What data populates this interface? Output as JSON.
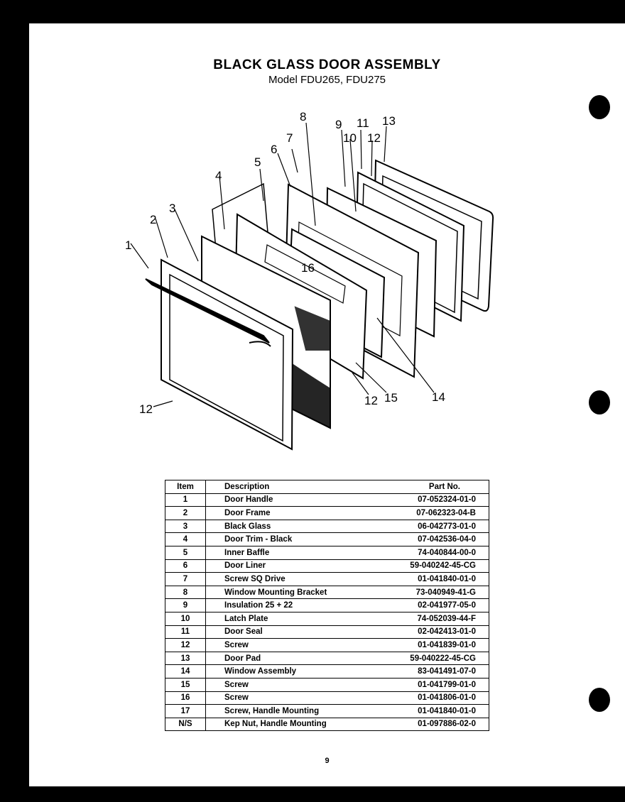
{
  "header": {
    "title": "BLACK GLASS DOOR ASSEMBLY",
    "subtitle": "Model FDU265, FDU275"
  },
  "diagram": {
    "callouts": [
      "1",
      "2",
      "3",
      "4",
      "5",
      "6",
      "7",
      "8",
      "9",
      "10",
      "11",
      "12",
      "13",
      "16",
      "12",
      "15",
      "14",
      "12"
    ]
  },
  "table": {
    "headers": [
      "Item",
      "Description",
      "Part No."
    ],
    "rows": [
      [
        "1",
        "Door Handle",
        "07-052324-01-0"
      ],
      [
        "2",
        "Door Frame",
        "07-062323-04-B"
      ],
      [
        "3",
        "Black Glass",
        "06-042773-01-0"
      ],
      [
        "4",
        "Door Trim - Black",
        "07-042536-04-0"
      ],
      [
        "5",
        "Inner Baffle",
        "74-040844-00-0"
      ],
      [
        "6",
        "Door Liner",
        "59-040242-45-CG"
      ],
      [
        "7",
        "Screw SQ Drive",
        "01-041840-01-0"
      ],
      [
        "8",
        "Window Mounting Bracket",
        "73-040949-41-G"
      ],
      [
        "9",
        "Insulation 25 + 22",
        "02-041977-05-0"
      ],
      [
        "10",
        "Latch Plate",
        "74-052039-44-F"
      ],
      [
        "11",
        "Door Seal",
        "02-042413-01-0"
      ],
      [
        "12",
        "Screw",
        "01-041839-01-0"
      ],
      [
        "13",
        "Door Pad",
        "59-040222-45-CG"
      ],
      [
        "14",
        "Window Assembly",
        "83-041491-07-0"
      ],
      [
        "15",
        "Screw",
        "01-041799-01-0"
      ],
      [
        "16",
        "Screw",
        "01-041806-01-0"
      ],
      [
        "17",
        "Screw, Handle Mounting",
        "01-041840-01-0"
      ],
      [
        "N/S",
        "Kep Nut, Handle Mounting",
        "01-097886-02-0"
      ]
    ]
  },
  "footer": {
    "page_number": "9"
  }
}
